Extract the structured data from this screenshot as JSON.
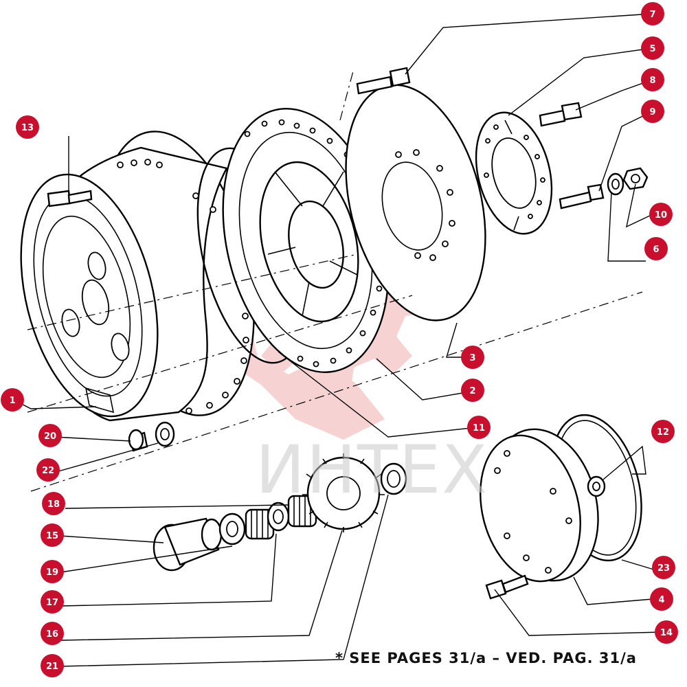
{
  "figure": {
    "callouts": [
      {
        "id": "c1",
        "label": "1"
      },
      {
        "id": "c2",
        "label": "2"
      },
      {
        "id": "c3",
        "label": "3"
      },
      {
        "id": "c4",
        "label": "4"
      },
      {
        "id": "c5",
        "label": "5"
      },
      {
        "id": "c6",
        "label": "6"
      },
      {
        "id": "c7",
        "label": "7"
      },
      {
        "id": "c8",
        "label": "8"
      },
      {
        "id": "c9",
        "label": "9"
      },
      {
        "id": "c10",
        "label": "10"
      },
      {
        "id": "c11",
        "label": "11"
      },
      {
        "id": "c12",
        "label": "12"
      },
      {
        "id": "c13",
        "label": "13"
      },
      {
        "id": "c14",
        "label": "14"
      },
      {
        "id": "c15",
        "label": "15"
      },
      {
        "id": "c16",
        "label": "16"
      },
      {
        "id": "c17",
        "label": "17"
      },
      {
        "id": "c18",
        "label": "18"
      },
      {
        "id": "c19",
        "label": "19"
      },
      {
        "id": "c20",
        "label": "20"
      },
      {
        "id": "c21",
        "label": "21"
      },
      {
        "id": "c22",
        "label": "22"
      },
      {
        "id": "c23",
        "label": "23"
      }
    ],
    "footnote": "* SEE PAGES 31/a  – VED. PAG. 31/a",
    "watermark": "ИНТЕХ",
    "colors": {
      "callout": "#c8102e",
      "line": "#000000",
      "watermark": "#e06060"
    }
  }
}
